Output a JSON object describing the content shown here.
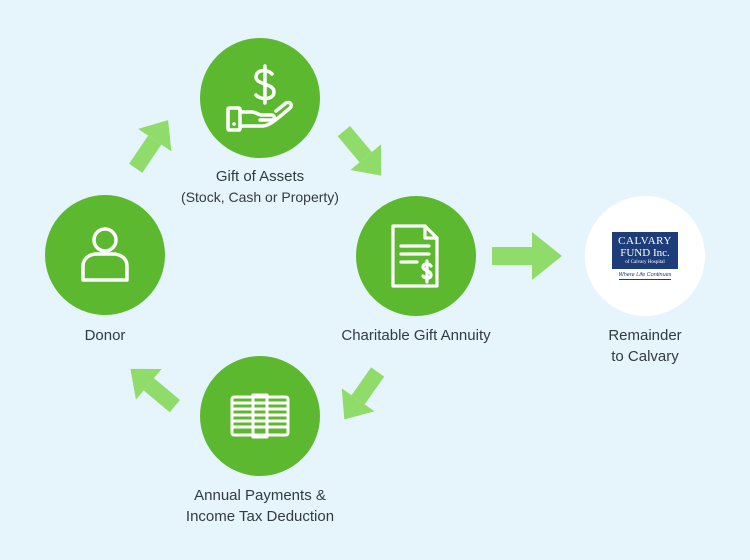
{
  "nodes": {
    "gift": {
      "label": "Gift of Assets",
      "sublabel": "(Stock, Cash or Property)",
      "icon": "hand-dollar-icon"
    },
    "donor": {
      "label": "Donor",
      "icon": "person-icon"
    },
    "annuity": {
      "label": "Charitable Gift Annuity",
      "icon": "document-dollar-icon"
    },
    "payments": {
      "label_line1": "Annual Payments &",
      "label_line2": "Income Tax Deduction",
      "icon": "money-stack-icon"
    },
    "remainder": {
      "label_line1": "Remainder",
      "label_line2": "to Calvary"
    }
  },
  "logo": {
    "line1": "CALVARY",
    "line2": "FUND Inc.",
    "line3": "of Calvary Hospital",
    "tagline": "Where Life Continues"
  },
  "colors": {
    "background": "#e6f4fb",
    "node_green": "#5cb82e",
    "arrow_green": "#8fdc6a",
    "text": "#333b40",
    "logo_navy": "#1d3d7a"
  }
}
